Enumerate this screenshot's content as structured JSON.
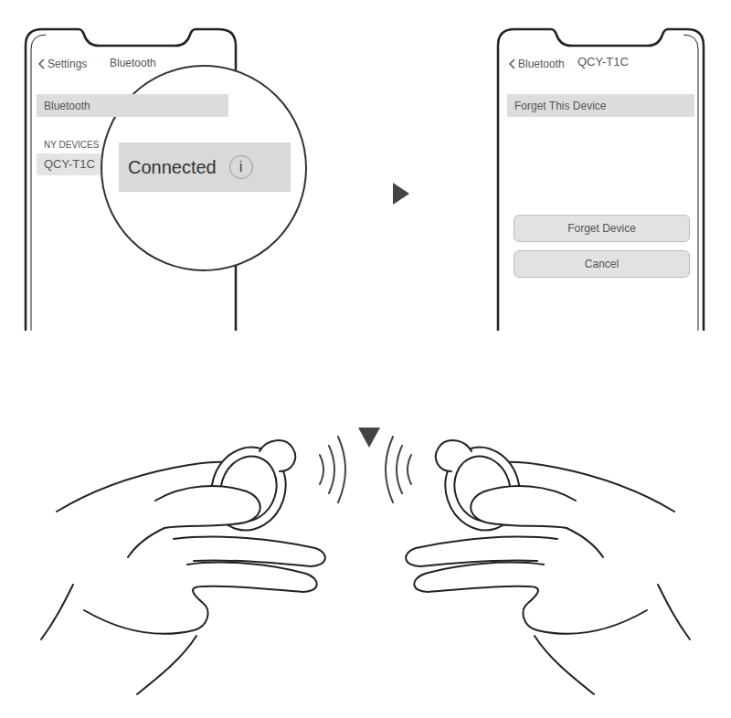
{
  "diagram": {
    "nodes": [
      {
        "text": [
          "Bluetooth"
        ]
      },
      {
        "text": [
          "Connected",
          "i"
        ]
      },
      {
        "text": [
          "Forget This Device"
        ]
      },
      {
        "text": [
          "Forget Device"
        ]
      },
      {
        "text": [
          "Cancel"
        ]
      }
    ],
    "labels": [
      "Settings",
      "Bluetooth",
      "NY DEVICES",
      "QCY-T1C",
      "Bluetooth",
      "QCY-T1C"
    ]
  }
}
